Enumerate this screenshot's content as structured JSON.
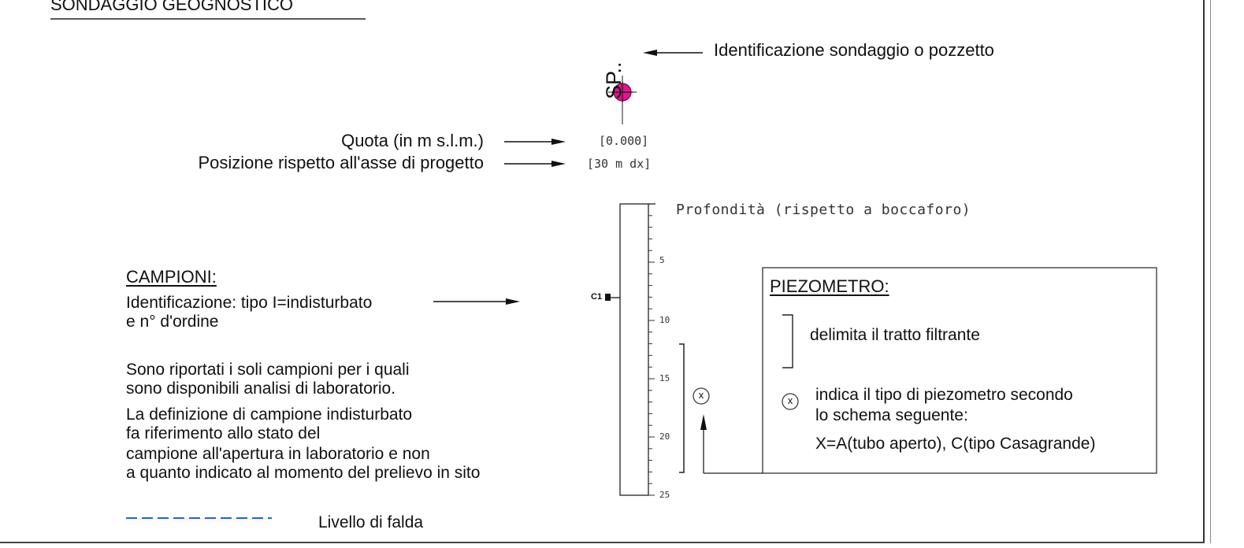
{
  "title": "SONDAGGIO GEOGNOSTICO",
  "borehole": {
    "id_label": "SP..",
    "id_description": "Identificazione sondaggio o pozzetto",
    "marker_color": "#e0168e"
  },
  "quota": {
    "label": "Quota (in m s.l.m.)",
    "value": "[0.000]"
  },
  "posizione": {
    "label": "Posizione rispetto all'asse di progetto",
    "value": "[30 m dx]"
  },
  "depth": {
    "label": "Profondità (rispetto a boccaforo)",
    "ticks": [
      "5",
      "10",
      "15",
      "20",
      "25"
    ],
    "sample_label": "C1"
  },
  "campioni": {
    "heading": "CAMPIONI:",
    "id_line1": "Identificazione: tipo I=indisturbato",
    "id_line2": "e n° d'ordine",
    "note_lines": [
      "Sono riportati i soli campioni per i quali",
      "sono disponibili analisi di laboratorio.",
      "La definizione di campione indisturbato",
      "fa riferimento allo stato del",
      "campione all'apertura in laboratorio e non",
      "a quanto indicato al momento del prelievo in sito"
    ]
  },
  "piezometro": {
    "heading": "PIEZOMETRO:",
    "filter_desc": "delimita il tratto filtrante",
    "type_desc_line1": "indica il tipo di piezometro secondo",
    "type_desc_line2": "lo schema seguente:",
    "type_desc_line3": "X=A(tubo aperto), C(tipo Casagrande)",
    "symbol": "x"
  },
  "falda": {
    "label": "Livello di falda",
    "line_color": "#2a5fd6"
  }
}
